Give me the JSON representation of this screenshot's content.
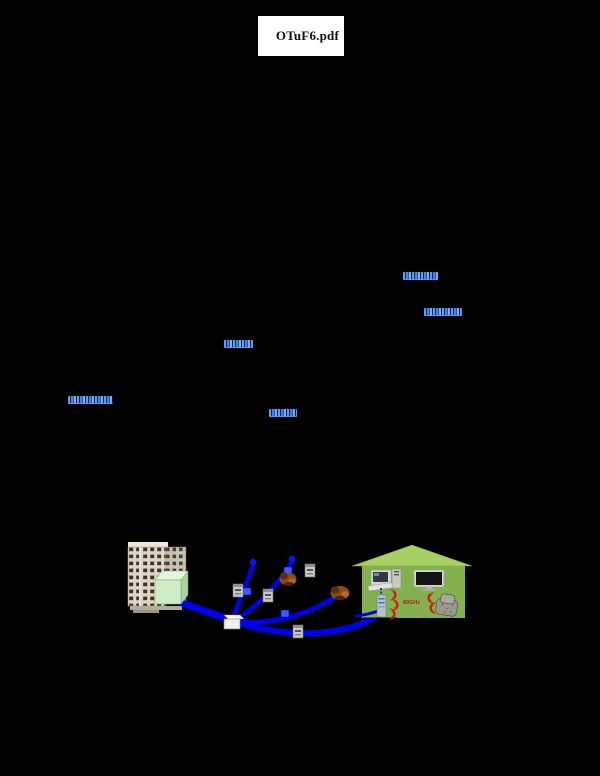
{
  "document": {
    "filename": "OTuF6.pdf",
    "background_color": "#000000"
  },
  "hyperlinks": {
    "count": 5,
    "color": "#5a9cff",
    "items": [
      {
        "name": "hyperlink-1",
        "text": "(illegible)"
      },
      {
        "name": "hyperlink-2",
        "text": "(illegible)"
      },
      {
        "name": "hyperlink-3",
        "text": "(illegible)"
      },
      {
        "name": "hyperlink-4",
        "text": "(illegible)"
      },
      {
        "name": "hyperlink-5",
        "text": "(illegible)"
      }
    ]
  },
  "diagram": {
    "labels": {
      "radio_frequency": "60GHz"
    },
    "colors": {
      "fiber_link": "#0000ee",
      "house_body": "#83b14d",
      "house_roof": "#a6d063",
      "office_cube": "#cfeec6",
      "rf_waves": "#d41414",
      "splitter_box": "#efefef"
    }
  }
}
